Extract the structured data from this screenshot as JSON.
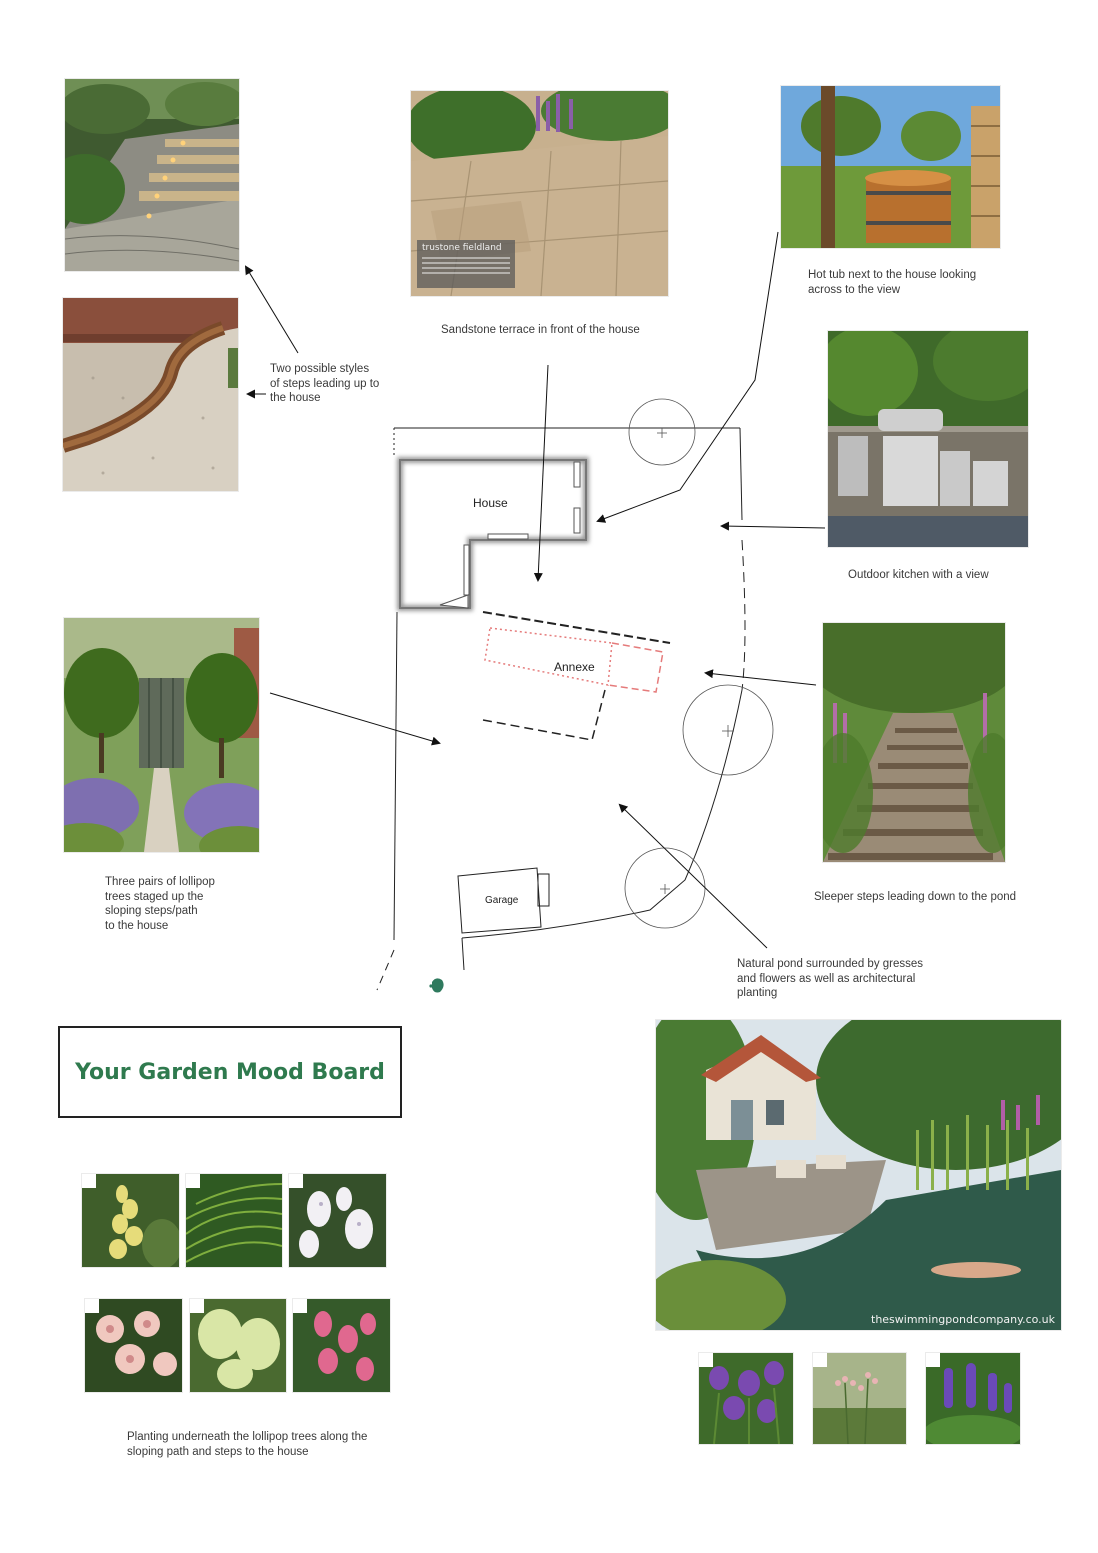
{
  "board": {
    "title": "Your Garden Mood Board",
    "title_color": "#2f7a4e"
  },
  "captions": {
    "hot_tub": "Hot tub next to the house looking\n across to the view",
    "terrace": "Sandstone terrace in front of the house",
    "steps_styles": "Two possible styles\nof steps leading up to\nthe house",
    "outdoor_kitchen": "Outdoor kitchen with a view",
    "lollipop": "Three pairs of lollipop\ntrees staged up the\nsloping steps/path\nto the house",
    "sleeper_steps": "Sleeper steps leading down to the pond",
    "pond": "Natural pond surrounded by gresses\nand flowers as well as architectural\nplanting",
    "planting": "Planting underneath the lollipop trees along the\nsloping path and steps to the house"
  },
  "plan": {
    "house": "House",
    "annexe": "Annexe",
    "garage": "Garage"
  },
  "terrace_photo": {
    "product_title": "trustone fieldland"
  },
  "pond_photo": {
    "watermark": "theswimmingpondcompany.co.uk"
  },
  "icons": [
    "house-plan-icon",
    "tree-circle-icon",
    "arrow-icon",
    "leaf-icon"
  ]
}
